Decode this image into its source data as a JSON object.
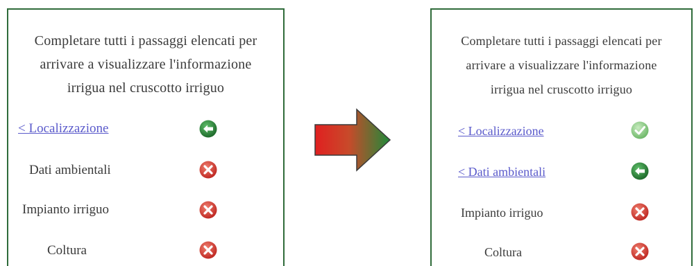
{
  "left_panel": {
    "intro_lines": [
      "Completare tutti i passaggi elencati per",
      "arrivare a visualizzare l'informazione",
      "irrigua nel cruscotto irriguo"
    ],
    "steps": [
      {
        "label": "< Localizzazione",
        "is_link": true,
        "status_icon": "green-back-arrow-icon"
      },
      {
        "label": "Dati ambientali",
        "is_link": false,
        "status_icon": "red-x-icon"
      },
      {
        "label": "Impianto irriguo",
        "is_link": false,
        "status_icon": "red-x-icon"
      },
      {
        "label": "Coltura",
        "is_link": false,
        "status_icon": "red-x-icon"
      }
    ]
  },
  "right_panel": {
    "intro_lines": [
      "Completare tutti i passaggi elencati per",
      "arrivare a visualizzare l'informazione",
      "irrigua nel cruscotto irriguo"
    ],
    "steps": [
      {
        "label": "< Localizzazione",
        "is_link": true,
        "status_icon": "green-check-icon"
      },
      {
        "label": "< Dati ambientali",
        "is_link": true,
        "status_icon": "green-back-arrow-icon"
      },
      {
        "label": "Impianto irriguo",
        "is_link": false,
        "status_icon": "red-x-icon"
      },
      {
        "label": "Coltura",
        "is_link": false,
        "status_icon": "red-x-icon"
      }
    ]
  },
  "transition_arrow": {
    "icon": "right-arrow-icon",
    "from_color": "#e02020",
    "to_color": "#1f8a3a"
  },
  "colors": {
    "panel_border": "#2f6b3a",
    "link": "#5a5acb",
    "done_green": "#7bc47b",
    "current_green": "#2d7a3a",
    "error_red": "#d23a32"
  }
}
